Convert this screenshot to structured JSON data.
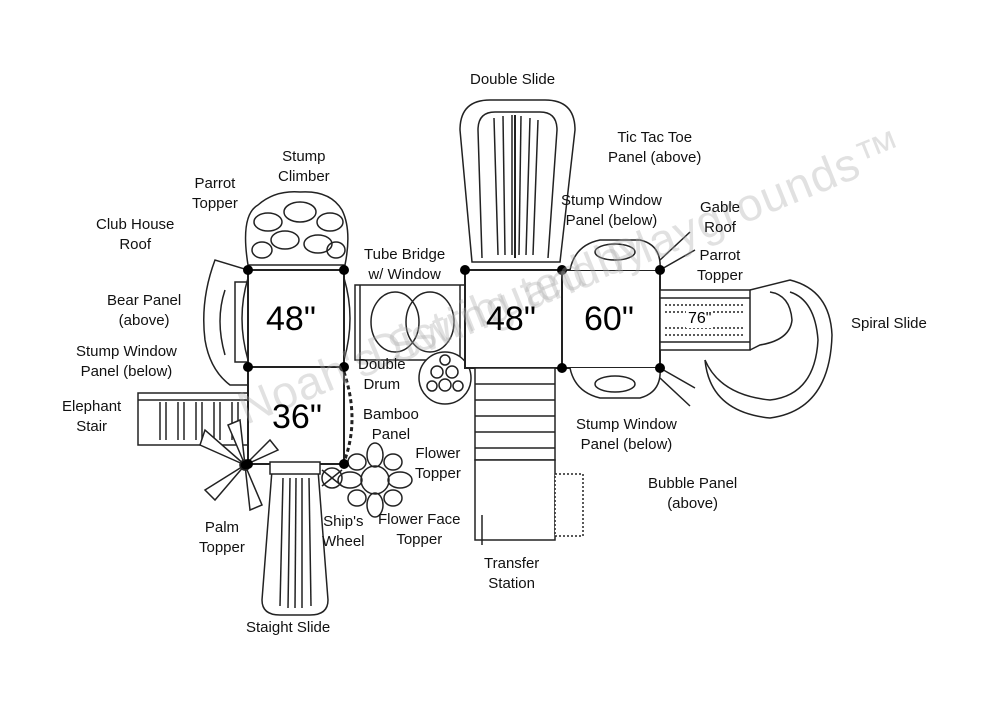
{
  "watermark": [
    "Distributed by",
    "Noah's Swing and Playgrounds™"
  ],
  "decks": {
    "deck1": "48\"",
    "deck2": "36\"",
    "deck3": "48\"",
    "deck4": "60\"",
    "bridge_length": "76\""
  },
  "labels": {
    "double_slide": "Double Slide",
    "tic_tac_toe": [
      "Tic Tac Toe",
      "Panel (above)"
    ],
    "stump_climber": [
      "Stump",
      "Climber"
    ],
    "parrot_topper_left": [
      "Parrot",
      "Topper"
    ],
    "club_house_roof": [
      "Club House",
      "Roof"
    ],
    "tube_bridge": [
      "Tube Bridge",
      "w/ Window"
    ],
    "stump_window_top": [
      "Stump Window",
      "Panel (below)"
    ],
    "gable_roof": [
      "Gable",
      "Roof"
    ],
    "parrot_topper_right": [
      "Parrot",
      "Topper"
    ],
    "bear_panel": [
      "Bear Panel",
      "(above)"
    ],
    "spiral_slide": "Spiral Slide",
    "stump_window_left": [
      "Stump Window",
      "Panel (below)"
    ],
    "double_drum": [
      "Double",
      "Drum"
    ],
    "elephant_stair": [
      "Elephant",
      "Stair"
    ],
    "bamboo_panel": [
      "Bamboo",
      "Panel"
    ],
    "stump_window_bottom": [
      "Stump Window",
      "Panel (below)"
    ],
    "flower_topper": [
      "Flower",
      "Topper"
    ],
    "bubble_panel": [
      "Bubble Panel",
      "(above)"
    ],
    "palm_topper": [
      "Palm",
      "Topper"
    ],
    "ships_wheel": [
      "Ship's",
      "Wheel"
    ],
    "flower_face_topper": [
      "Flower Face",
      "Topper"
    ],
    "transfer_station": [
      "Transfer",
      "Station"
    ],
    "straight_slide": "Staight Slide"
  }
}
